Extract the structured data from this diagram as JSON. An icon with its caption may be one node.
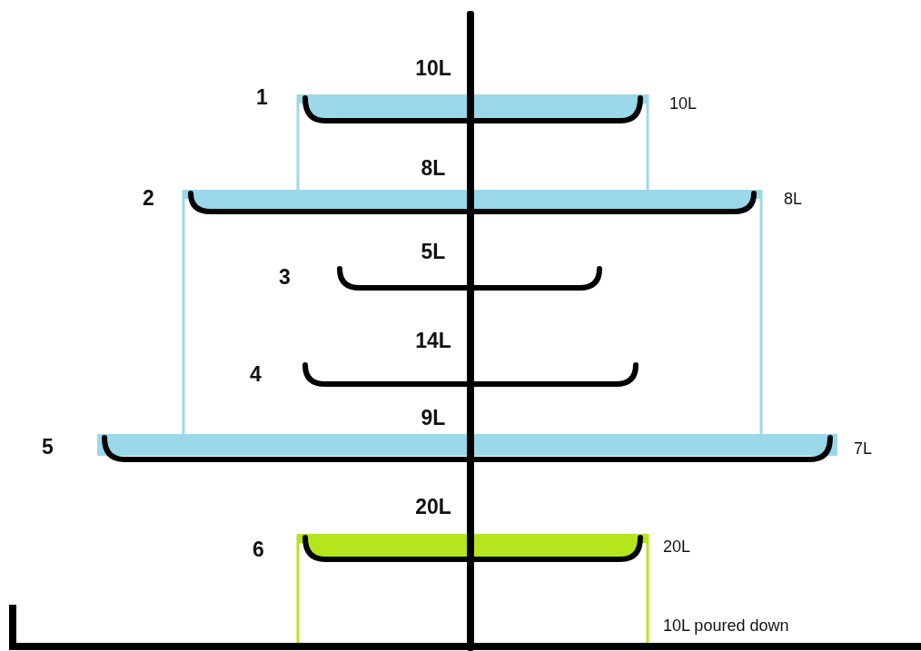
{
  "diagram": {
    "nodes": [
      {
        "text": [
          "10L"
        ],
        "beside": [
          "1",
          "10L"
        ]
      },
      {
        "text": [
          "8L"
        ],
        "beside": [
          "2",
          "8L"
        ]
      },
      {
        "text": [
          "5L"
        ],
        "beside": [
          "3"
        ]
      },
      {
        "text": [
          "14L"
        ],
        "beside": [
          "4"
        ]
      },
      {
        "text": [
          "9L"
        ],
        "beside": [
          "5",
          "7L"
        ]
      },
      {
        "text": [
          "20L"
        ],
        "beside": [
          "6",
          "20L"
        ]
      },
      {
        "text": [
          "10L poured down"
        ]
      }
    ],
    "edges": [
      {
        "from": 0,
        "to": 1,
        "arrow": "none",
        "color": "#a0d8e8"
      },
      {
        "from": 1,
        "to": 4,
        "arrow": "none",
        "color": "#a0d8e8"
      },
      {
        "from": 5,
        "to": 6,
        "arrow": "none",
        "color": "#b5e61d"
      }
    ]
  }
}
